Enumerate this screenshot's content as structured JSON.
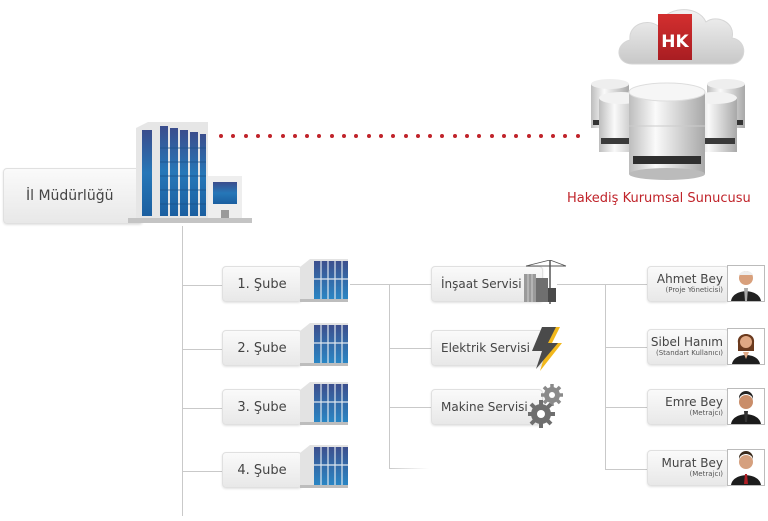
{
  "header": {
    "watermark": ""
  },
  "server": {
    "logo_text": "HK",
    "label": "Hakediş Kurumsal Sunucusu",
    "accent_color": "#c0232a",
    "icons": [
      "cloud-icon",
      "database-server-icon"
    ]
  },
  "headquarters": {
    "label": "İl Müdürlüğü",
    "icon": "office-building-icon"
  },
  "branches": [
    {
      "label": "1. Şube",
      "icon": "branch-building-icon"
    },
    {
      "label": "2. Şube",
      "icon": "branch-building-icon"
    },
    {
      "label": "3. Şube",
      "icon": "branch-building-icon"
    },
    {
      "label": "4. Şube",
      "icon": "branch-building-icon"
    }
  ],
  "services": [
    {
      "label": "İnşaat Servisi",
      "icon": "construction-crane-icon"
    },
    {
      "label": "Elektrik Servisi",
      "icon": "lightning-bolt-icon"
    },
    {
      "label": "Makine Servisi",
      "icon": "gears-icon"
    }
  ],
  "users": [
    {
      "name": "Ahmet Bey",
      "role": "(Proje Yöneticisi)",
      "icon": "user-photo-icon"
    },
    {
      "name": "Sibel Hanım",
      "role": "(Standart Kullanıcı)",
      "icon": "user-photo-icon"
    },
    {
      "name": "Emre Bey",
      "role": "(Metrajcı)",
      "icon": "user-photo-icon"
    },
    {
      "name": "Murat Bey",
      "role": "(Metrajcı)",
      "icon": "user-photo-icon"
    }
  ]
}
